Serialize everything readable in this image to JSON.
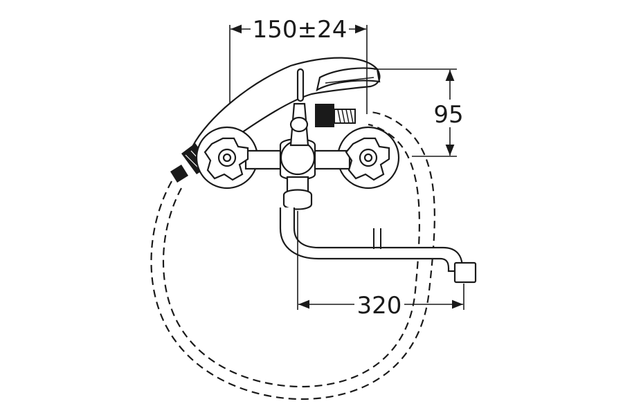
{
  "dimensions": {
    "width_label": "150±24",
    "height_label": "95",
    "spout_label": "320"
  }
}
